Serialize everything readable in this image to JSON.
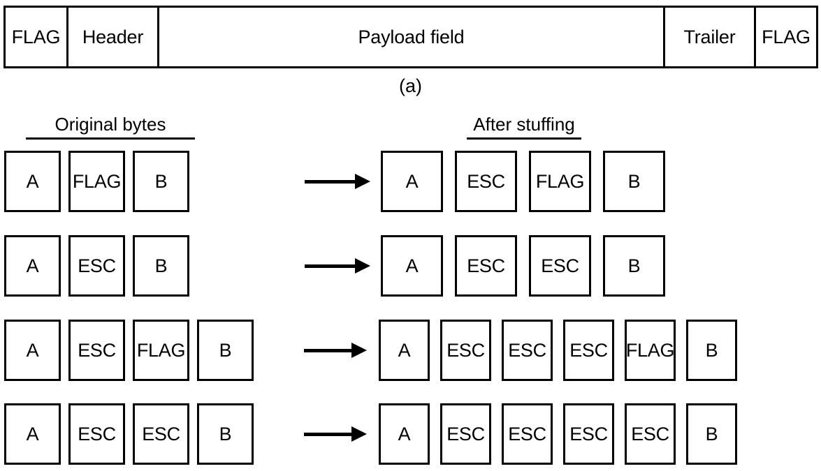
{
  "figure": {
    "part_a": {
      "caption": "(a)",
      "cells": [
        {
          "label": "FLAG",
          "name": "frame-cell-flag-start"
        },
        {
          "label": "Header",
          "name": "frame-cell-header"
        },
        {
          "label": "Payload field",
          "name": "frame-cell-payload"
        },
        {
          "label": "Trailer",
          "name": "frame-cell-trailer"
        },
        {
          "label": "FLAG",
          "name": "frame-cell-flag-end"
        }
      ]
    },
    "part_b": {
      "headings": {
        "original": "Original bytes",
        "stuffed": "After stuffing"
      },
      "rows": [
        {
          "original": [
            "A",
            "FLAG",
            "B"
          ],
          "stuffed": [
            "A",
            "ESC",
            "FLAG",
            "B"
          ]
        },
        {
          "original": [
            "A",
            "ESC",
            "B"
          ],
          "stuffed": [
            "A",
            "ESC",
            "ESC",
            "B"
          ]
        },
        {
          "original": [
            "A",
            "ESC",
            "FLAG",
            "B"
          ],
          "stuffed": [
            "A",
            "ESC",
            "ESC",
            "ESC",
            "FLAG",
            "B"
          ]
        },
        {
          "original": [
            "A",
            "ESC",
            "ESC",
            "B"
          ],
          "stuffed": [
            "A",
            "ESC",
            "ESC",
            "ESC",
            "ESC",
            "B"
          ]
        }
      ],
      "arrow_icon": "right-arrow-icon"
    }
  },
  "colors": {
    "stroke": "#000000",
    "background": "#ffffff"
  }
}
